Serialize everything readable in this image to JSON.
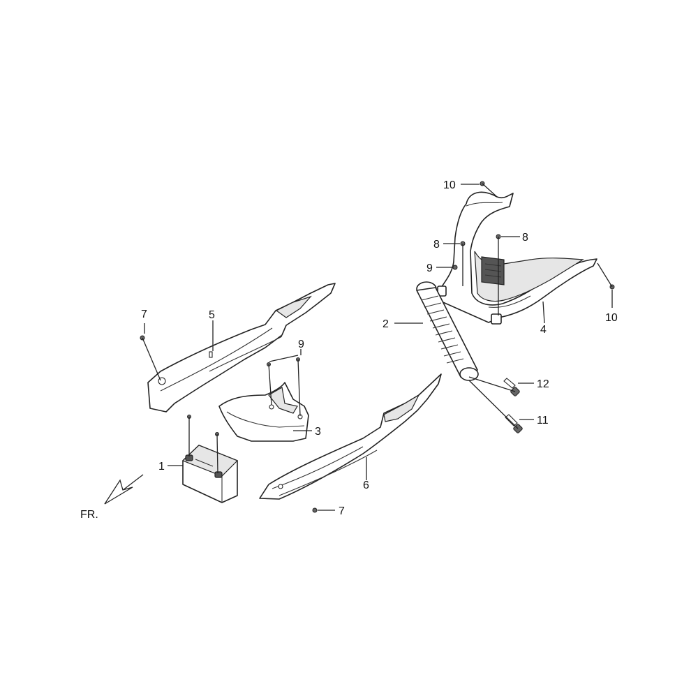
{
  "diagram": {
    "direction_label": "FR.",
    "parts": [
      {
        "id": "battery",
        "callout": "1"
      },
      {
        "id": "rear-shock-absorber",
        "callout": "2"
      },
      {
        "id": "battery-cover",
        "callout": "3"
      },
      {
        "id": "rear-center-cover",
        "callout": "4"
      },
      {
        "id": "left-body-cover",
        "callout": "5"
      },
      {
        "id": "right-body-cover",
        "callout": "6"
      },
      {
        "id": "screw-7-upper",
        "callout": "7"
      },
      {
        "id": "screw-7-lower",
        "callout": "7"
      },
      {
        "id": "screw-8-left",
        "callout": "8"
      },
      {
        "id": "screw-8-right",
        "callout": "8"
      },
      {
        "id": "screw-9-upper",
        "callout": "9"
      },
      {
        "id": "screw-9-left",
        "callout": "9"
      },
      {
        "id": "screw-10-top",
        "callout": "10"
      },
      {
        "id": "screw-10-right",
        "callout": "10"
      },
      {
        "id": "bolt-11",
        "callout": "11"
      },
      {
        "id": "bolt-12",
        "callout": "12"
      }
    ]
  }
}
